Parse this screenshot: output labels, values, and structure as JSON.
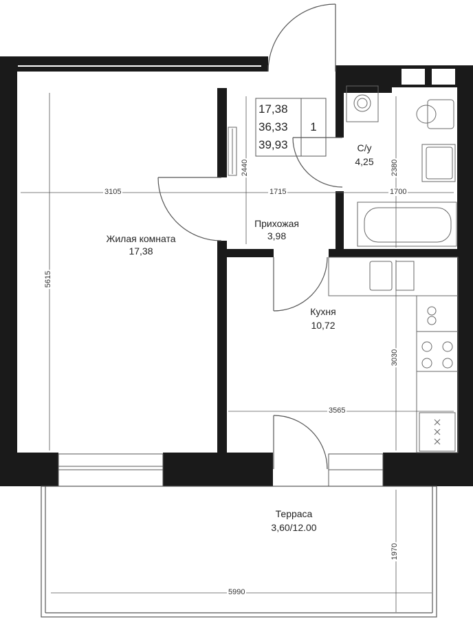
{
  "summary": {
    "living_area": "17,38",
    "total_area": "36,33",
    "total_with_terrace": "39,93",
    "rooms_count": "1"
  },
  "rooms": {
    "living": {
      "name": "Жилая комната",
      "area": "17,38"
    },
    "hallway": {
      "name": "Прихожая",
      "area": "3,98"
    },
    "bathroom": {
      "name": "С/у",
      "area": "4,25"
    },
    "kitchen": {
      "name": "Кухня",
      "area": "10,72"
    },
    "terrace": {
      "name": "Терраса",
      "area": "3,60/12.00"
    }
  },
  "dimensions": {
    "living_width": "3105",
    "hallway_width": "1715",
    "bathroom_width": "1700",
    "living_depth": "5615",
    "hallway_depth": "2440",
    "bathroom_depth": "2380",
    "kitchen_width": "3565",
    "kitchen_depth": "3030",
    "terrace_width": "5990",
    "terrace_depth": "1970"
  },
  "colors": {
    "wall": "#1a1a1a",
    "line": "#555555",
    "fixture": "#666666"
  }
}
